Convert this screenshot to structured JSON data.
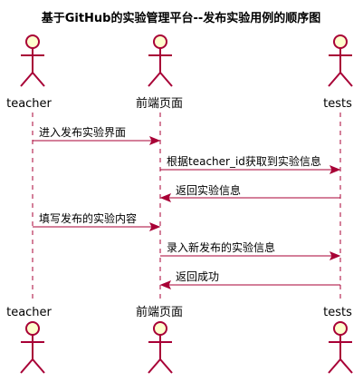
{
  "diagram": {
    "title": "基于GitHub的实验管理平台--发布实验用例的顺序图",
    "participants": [
      {
        "id": "teacher",
        "label": "teacher",
        "kind": "actor"
      },
      {
        "id": "frontend",
        "label": "前端页面",
        "kind": "actor"
      },
      {
        "id": "tests",
        "label": "tests",
        "kind": "actor"
      }
    ],
    "messages": [
      {
        "from": "teacher",
        "to": "frontend",
        "label": "进入发布实验界面"
      },
      {
        "from": "frontend",
        "to": "tests",
        "label": "根据teacher_id获取到实验信息"
      },
      {
        "from": "tests",
        "to": "frontend",
        "label": "返回实验信息"
      },
      {
        "from": "teacher",
        "to": "frontend",
        "label": "填写发布的实验内容"
      },
      {
        "from": "frontend",
        "to": "tests",
        "label": "录入新发布的实验信息"
      },
      {
        "from": "tests",
        "to": "frontend",
        "label": "返回成功"
      }
    ],
    "colors": {
      "line": "#A80036",
      "actor_fill": "#FEFECE"
    }
  }
}
